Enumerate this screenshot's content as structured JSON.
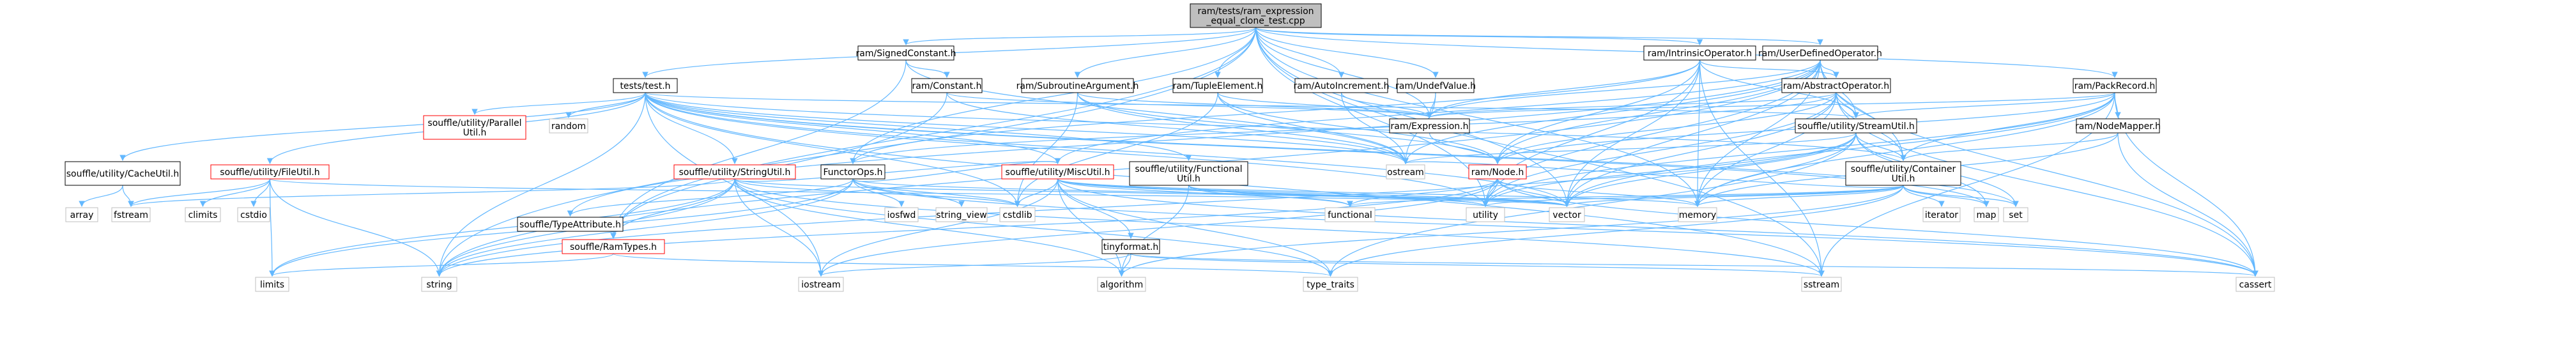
{
  "colors": {
    "edge": "#63b8ff",
    "node_border": "#000000",
    "node_fill": "#ffffff",
    "root_fill": "#bfbfbf",
    "red_border": "#ff0000",
    "system_border": "#bfbfbf",
    "system_text": "#404040"
  },
  "nodes": [
    {
      "id": "root",
      "label": "ram/tests/ram_expression\n_equal_clone_test.cpp",
      "kind": "root"
    },
    {
      "id": "signedconst",
      "label": "ram/SignedConstant.h",
      "kind": "normal"
    },
    {
      "id": "intrinsic",
      "label": "ram/IntrinsicOperator.h",
      "kind": "normal"
    },
    {
      "id": "userdef",
      "label": "ram/UserDefinedOperator.h",
      "kind": "normal"
    },
    {
      "id": "teststest",
      "label": "tests/test.h",
      "kind": "normal"
    },
    {
      "id": "constant",
      "label": "ram/Constant.h",
      "kind": "normal"
    },
    {
      "id": "subroutine",
      "label": "ram/SubroutineArgument.h",
      "kind": "normal"
    },
    {
      "id": "tuple",
      "label": "ram/TupleElement.h",
      "kind": "normal"
    },
    {
      "id": "autoinc",
      "label": "ram/AutoIncrement.h",
      "kind": "normal"
    },
    {
      "id": "undef",
      "label": "ram/UndefValue.h",
      "kind": "normal"
    },
    {
      "id": "abstractop",
      "label": "ram/AbstractOperator.h",
      "kind": "normal"
    },
    {
      "id": "packrecord",
      "label": "ram/PackRecord.h",
      "kind": "normal"
    },
    {
      "id": "parallel",
      "label": "souffle/utility/Parallel\nUtil.h",
      "kind": "red"
    },
    {
      "id": "random",
      "label": "random",
      "kind": "system"
    },
    {
      "id": "expression",
      "label": "ram/Expression.h",
      "kind": "normal"
    },
    {
      "id": "streamutil",
      "label": "souffle/utility/StreamUtil.h",
      "kind": "normal"
    },
    {
      "id": "nodemapper",
      "label": "ram/NodeMapper.h",
      "kind": "normal"
    },
    {
      "id": "cacheutil",
      "label": "souffle/utility/CacheUtil.h",
      "kind": "normal"
    },
    {
      "id": "fileutil",
      "label": "souffle/utility/FileUtil.h",
      "kind": "red"
    },
    {
      "id": "stringutil",
      "label": "souffle/utility/StringUtil.h",
      "kind": "red"
    },
    {
      "id": "functorops",
      "label": "FunctorOps.h",
      "kind": "normal"
    },
    {
      "id": "miscutil",
      "label": "souffle/utility/MiscUtil.h",
      "kind": "red"
    },
    {
      "id": "functional_h",
      "label": "souffle/utility/Functional\nUtil.h",
      "kind": "normal"
    },
    {
      "id": "ostream",
      "label": "ostream",
      "kind": "system"
    },
    {
      "id": "ramnode",
      "label": "ram/Node.h",
      "kind": "red"
    },
    {
      "id": "container",
      "label": "souffle/utility/Container\nUtil.h",
      "kind": "normal"
    },
    {
      "id": "array",
      "label": "array",
      "kind": "system"
    },
    {
      "id": "fstream",
      "label": "fstream",
      "kind": "system"
    },
    {
      "id": "climits",
      "label": "climits",
      "kind": "system"
    },
    {
      "id": "cstdio",
      "label": "cstdio",
      "kind": "system"
    },
    {
      "id": "iosfwd",
      "label": "iosfwd",
      "kind": "system"
    },
    {
      "id": "string_view",
      "label": "string_view",
      "kind": "system"
    },
    {
      "id": "cstdlib",
      "label": "cstdlib",
      "kind": "system"
    },
    {
      "id": "typeattr",
      "label": "souffle/TypeAttribute.h",
      "kind": "normal"
    },
    {
      "id": "ramtypes",
      "label": "souffle/RamTypes.h",
      "kind": "red"
    },
    {
      "id": "tinyformat",
      "label": "tinyformat.h",
      "kind": "normal"
    },
    {
      "id": "functional",
      "label": "functional",
      "kind": "system"
    },
    {
      "id": "utility",
      "label": "utility",
      "kind": "system"
    },
    {
      "id": "vector",
      "label": "vector",
      "kind": "system"
    },
    {
      "id": "memory",
      "label": "memory",
      "kind": "system"
    },
    {
      "id": "set",
      "label": "set",
      "kind": "system"
    },
    {
      "id": "iterator",
      "label": "iterator",
      "kind": "system"
    },
    {
      "id": "map",
      "label": "map",
      "kind": "system"
    },
    {
      "id": "limits",
      "label": "limits",
      "kind": "system"
    },
    {
      "id": "string",
      "label": "string",
      "kind": "system"
    },
    {
      "id": "iostream",
      "label": "iostream",
      "kind": "system"
    },
    {
      "id": "algorithm",
      "label": "algorithm",
      "kind": "system"
    },
    {
      "id": "type_traits",
      "label": "type_traits",
      "kind": "system"
    },
    {
      "id": "sstream",
      "label": "sstream",
      "kind": "system"
    },
    {
      "id": "cassert",
      "label": "cassert",
      "kind": "system"
    }
  ],
  "edges": [
    [
      "root",
      "signedconst"
    ],
    [
      "root",
      "intrinsic"
    ],
    [
      "root",
      "userdef"
    ],
    [
      "root",
      "teststest"
    ],
    [
      "root",
      "expression"
    ],
    [
      "root",
      "packrecord"
    ],
    [
      "root",
      "tuple"
    ],
    [
      "root",
      "autoinc"
    ],
    [
      "root",
      "undef"
    ],
    [
      "root",
      "subroutine"
    ],
    [
      "root",
      "functorops"
    ],
    [
      "root",
      "memory"
    ],
    [
      "root",
      "vector"
    ],
    [
      "root",
      "string"
    ],
    [
      "root",
      "ramtypes"
    ],
    [
      "root",
      "utility"
    ],
    [
      "root",
      "sstream"
    ],
    [
      "signedconst",
      "constant"
    ],
    [
      "signedconst",
      "ramtypes"
    ],
    [
      "signedconst",
      "ostream"
    ],
    [
      "intrinsic",
      "abstractop"
    ],
    [
      "intrinsic",
      "expression"
    ],
    [
      "intrinsic",
      "functorops"
    ],
    [
      "intrinsic",
      "ramnode"
    ],
    [
      "intrinsic",
      "streamutil"
    ],
    [
      "intrinsic",
      "memory"
    ],
    [
      "intrinsic",
      "sstream"
    ],
    [
      "intrinsic",
      "utility"
    ],
    [
      "intrinsic",
      "vector"
    ],
    [
      "userdef",
      "abstractop"
    ],
    [
      "userdef",
      "expression"
    ],
    [
      "userdef",
      "ramnode"
    ],
    [
      "userdef",
      "typeattr"
    ],
    [
      "userdef",
      "container"
    ],
    [
      "userdef",
      "miscutil"
    ],
    [
      "userdef",
      "streamutil"
    ],
    [
      "userdef",
      "cassert"
    ],
    [
      "userdef",
      "memory"
    ],
    [
      "userdef",
      "ostream"
    ],
    [
      "userdef",
      "string"
    ],
    [
      "userdef",
      "utility"
    ],
    [
      "userdef",
      "vector"
    ],
    [
      "teststest",
      "parallel"
    ],
    [
      "teststest",
      "random"
    ],
    [
      "teststest",
      "cacheutil"
    ],
    [
      "teststest",
      "fileutil"
    ],
    [
      "teststest",
      "stringutil"
    ],
    [
      "teststest",
      "miscutil"
    ],
    [
      "teststest",
      "functional_h"
    ],
    [
      "teststest",
      "container"
    ],
    [
      "teststest",
      "streamutil"
    ],
    [
      "teststest",
      "iostream"
    ],
    [
      "teststest",
      "string"
    ],
    [
      "teststest",
      "sstream"
    ],
    [
      "teststest",
      "vector"
    ],
    [
      "teststest",
      "set"
    ],
    [
      "teststest",
      "map"
    ],
    [
      "teststest",
      "ostream"
    ],
    [
      "teststest",
      "cstdlib"
    ],
    [
      "teststest",
      "utility"
    ],
    [
      "constant",
      "expression"
    ],
    [
      "constant",
      "ramtypes"
    ],
    [
      "constant",
      "ostream"
    ],
    [
      "subroutine",
      "expression"
    ],
    [
      "subroutine",
      "ramnode"
    ],
    [
      "subroutine",
      "cstdlib"
    ],
    [
      "subroutine",
      "ostream"
    ],
    [
      "tuple",
      "expression"
    ],
    [
      "tuple",
      "ramnode"
    ],
    [
      "tuple",
      "cstdlib"
    ],
    [
      "tuple",
      "ostream"
    ],
    [
      "autoinc",
      "expression"
    ],
    [
      "autoinc",
      "ostream"
    ],
    [
      "undef",
      "expression"
    ],
    [
      "undef",
      "ostream"
    ],
    [
      "abstractop",
      "expression"
    ],
    [
      "abstractop",
      "ramnode"
    ],
    [
      "abstractop",
      "functorops"
    ],
    [
      "abstractop",
      "container"
    ],
    [
      "abstractop",
      "streamutil"
    ],
    [
      "abstractop",
      "cassert"
    ],
    [
      "abstractop",
      "memory"
    ],
    [
      "abstractop",
      "utility"
    ],
    [
      "abstractop",
      "vector"
    ],
    [
      "packrecord",
      "expression"
    ],
    [
      "packrecord",
      "ramnode"
    ],
    [
      "packrecord",
      "nodemapper"
    ],
    [
      "packrecord",
      "container"
    ],
    [
      "packrecord",
      "streamutil"
    ],
    [
      "packrecord",
      "cassert"
    ],
    [
      "packrecord",
      "memory"
    ],
    [
      "packrecord",
      "sstream"
    ],
    [
      "packrecord",
      "utility"
    ],
    [
      "packrecord",
      "vector"
    ],
    [
      "expression",
      "ramnode"
    ],
    [
      "streamutil",
      "container"
    ],
    [
      "streamutil",
      "map"
    ],
    [
      "streamutil",
      "memory"
    ],
    [
      "streamutil",
      "ostream"
    ],
    [
      "streamutil",
      "set"
    ],
    [
      "streamutil",
      "string"
    ],
    [
      "streamutil",
      "type_traits"
    ],
    [
      "streamutil",
      "utility"
    ],
    [
      "streamutil",
      "vector"
    ],
    [
      "nodemapper",
      "container"
    ],
    [
      "nodemapper",
      "cassert"
    ],
    [
      "nodemapper",
      "memory"
    ],
    [
      "cacheutil",
      "array"
    ],
    [
      "cacheutil",
      "fstream"
    ],
    [
      "fileutil",
      "fstream"
    ],
    [
      "fileutil",
      "climits"
    ],
    [
      "fileutil",
      "cstdio"
    ],
    [
      "fileutil",
      "string"
    ],
    [
      "fileutil",
      "vector"
    ],
    [
      "fileutil",
      "limits"
    ],
    [
      "stringutil",
      "ramtypes"
    ],
    [
      "stringutil",
      "miscutil"
    ],
    [
      "stringutil",
      "algorithm"
    ],
    [
      "stringutil",
      "cstdlib"
    ],
    [
      "stringutil",
      "fstream"
    ],
    [
      "stringutil",
      "iostream"
    ],
    [
      "stringutil",
      "limits"
    ],
    [
      "stringutil",
      "sstream"
    ],
    [
      "stringutil",
      "string"
    ],
    [
      "stringutil",
      "type_traits"
    ],
    [
      "stringutil",
      "vector"
    ],
    [
      "functorops",
      "typeattr"
    ],
    [
      "functorops",
      "miscutil"
    ],
    [
      "functorops",
      "cassert"
    ],
    [
      "functorops",
      "iosfwd"
    ],
    [
      "functorops",
      "string_view"
    ],
    [
      "functorops",
      "vector"
    ],
    [
      "functorops",
      "cstdlib"
    ],
    [
      "functorops",
      "string"
    ],
    [
      "functorops",
      "limits"
    ],
    [
      "miscutil",
      "tinyformat"
    ],
    [
      "miscutil",
      "cassert"
    ],
    [
      "miscutil",
      "cstdlib"
    ],
    [
      "miscutil",
      "iostream"
    ],
    [
      "miscutil",
      "algorithm"
    ],
    [
      "miscutil",
      "memory"
    ],
    [
      "miscutil",
      "utility"
    ],
    [
      "miscutil",
      "type_traits"
    ],
    [
      "miscutil",
      "functional"
    ],
    [
      "miscutil",
      "vector"
    ],
    [
      "functional_h",
      "functional"
    ],
    [
      "functional_h",
      "utility"
    ],
    [
      "functional_h",
      "vector"
    ],
    [
      "functional_h",
      "algorithm"
    ],
    [
      "ramnode",
      "functional"
    ],
    [
      "ramnode",
      "utility"
    ],
    [
      "ramnode",
      "vector"
    ],
    [
      "ramnode",
      "cassert"
    ],
    [
      "ramnode",
      "iostream"
    ],
    [
      "ramnode",
      "memory"
    ],
    [
      "ramnode",
      "string"
    ],
    [
      "container",
      "iterator"
    ],
    [
      "container",
      "map"
    ],
    [
      "container",
      "set"
    ],
    [
      "container",
      "memory"
    ],
    [
      "container",
      "vector"
    ],
    [
      "container",
      "functional"
    ],
    [
      "container",
      "type_traits"
    ],
    [
      "container",
      "utility"
    ],
    [
      "container",
      "algorithm"
    ],
    [
      "container",
      "ostream"
    ],
    [
      "ramtypes",
      "cstdint"
    ],
    [
      "ramtypes",
      "limits"
    ],
    [
      "ramtypes",
      "type_traits"
    ],
    [
      "tinyformat",
      "algorithm"
    ],
    [
      "tinyformat",
      "iostream"
    ],
    [
      "tinyformat",
      "sstream"
    ],
    [
      "tinyformat",
      "cassert"
    ]
  ]
}
